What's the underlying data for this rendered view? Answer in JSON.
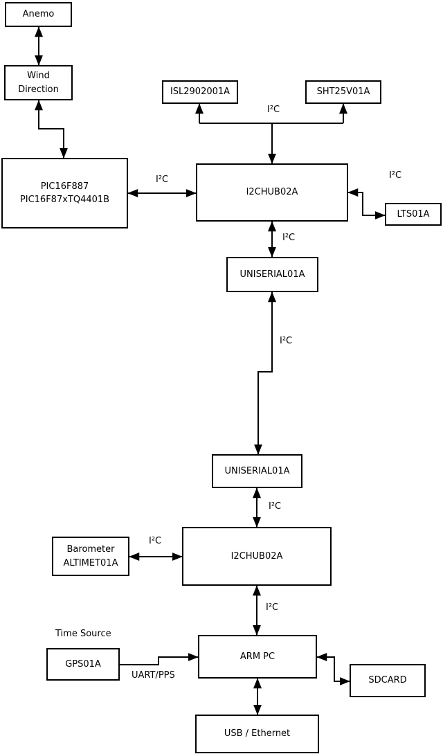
{
  "diagram": {
    "nodes": {
      "anemo": "Anemo",
      "wind_direction_line1": "Wind",
      "wind_direction_line2": "Direction",
      "pic_line1": "PIC16F887",
      "pic_line2": "PIC16F87xTQ4401B",
      "isl": "ISL2902001A",
      "sht": "SHT25V01A",
      "hub1": "I2CHUB02A",
      "lts": "LTS01A",
      "uniserial1": "UNISERIAL01A",
      "uniserial2": "UNISERIAL01A",
      "hub2": "I2CHUB02A",
      "barometer_line1": "Barometer",
      "barometer_line2": "ALTIMET01A",
      "gps": "GPS01A",
      "arm_pc": "ARM PC",
      "sdcard": "SDCARD",
      "usb_ethernet": "USB / Ethernet"
    },
    "edge_labels": {
      "i2c_sensor_bus": "I²C",
      "i2c_pic_hub1": "I²C",
      "i2c_hub1_lts": "I²C",
      "i2c_hub1_uniserial1": "I²C",
      "i2c_uniserial_link": "I²C",
      "i2c_uniserial2_hub2": "I²C",
      "i2c_barometer_hub2": "I²C",
      "i2c_hub2_armpc": "I²C",
      "uart_pps": "UART/PPS"
    },
    "annotations": {
      "time_source": "Time Source"
    },
    "colors": {
      "line": "#000000",
      "box_border": "#000000",
      "box_fill": "#ffffff",
      "background": "#ffffff"
    }
  }
}
